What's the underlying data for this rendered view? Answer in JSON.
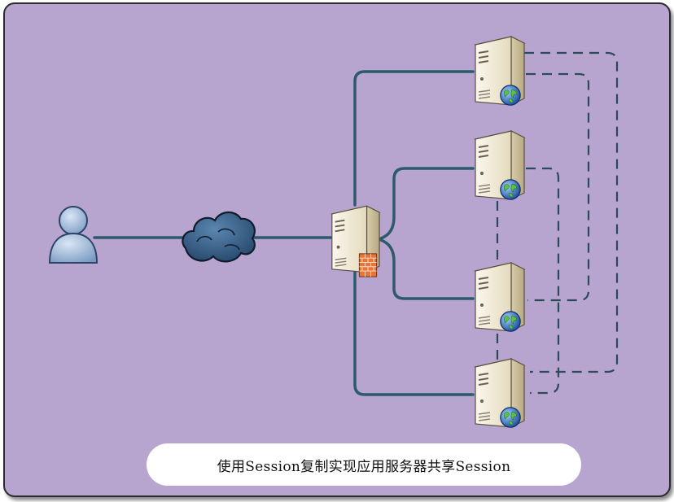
{
  "diagram": {
    "caption": "使用Session复制实现应用服务器共享Session",
    "nodes": [
      {
        "id": "user",
        "kind": "user-icon"
      },
      {
        "id": "internet",
        "kind": "cloud-icon"
      },
      {
        "id": "load-balancer",
        "kind": "server-firewall-icon"
      },
      {
        "id": "app-server-1",
        "kind": "web-server-icon"
      },
      {
        "id": "app-server-2",
        "kind": "web-server-icon"
      },
      {
        "id": "app-server-3",
        "kind": "web-server-icon"
      },
      {
        "id": "app-server-4",
        "kind": "web-server-icon"
      }
    ],
    "edges": [
      {
        "from": "user",
        "to": "internet",
        "style": "solid"
      },
      {
        "from": "internet",
        "to": "load-balancer",
        "style": "solid"
      },
      {
        "from": "load-balancer",
        "to": "app-server-1",
        "style": "solid"
      },
      {
        "from": "load-balancer",
        "to": "app-server-2",
        "style": "solid"
      },
      {
        "from": "load-balancer",
        "to": "app-server-3",
        "style": "solid"
      },
      {
        "from": "load-balancer",
        "to": "app-server-4",
        "style": "solid"
      },
      {
        "from": "app-server-1",
        "to": "app-server-4",
        "style": "dashed"
      },
      {
        "from": "app-server-1",
        "to": "app-server-3",
        "style": "dashed"
      },
      {
        "from": "app-server-2",
        "to": "app-server-4",
        "style": "dashed"
      },
      {
        "from": "app-server-2",
        "to": "app-server-3",
        "style": "dashed"
      }
    ],
    "colors": {
      "background": "#b7a5cf",
      "link": "#2c5a6b",
      "cloud": "#2e5a80",
      "server_body": "#f2ead6",
      "globe": "#3a78c0"
    }
  }
}
